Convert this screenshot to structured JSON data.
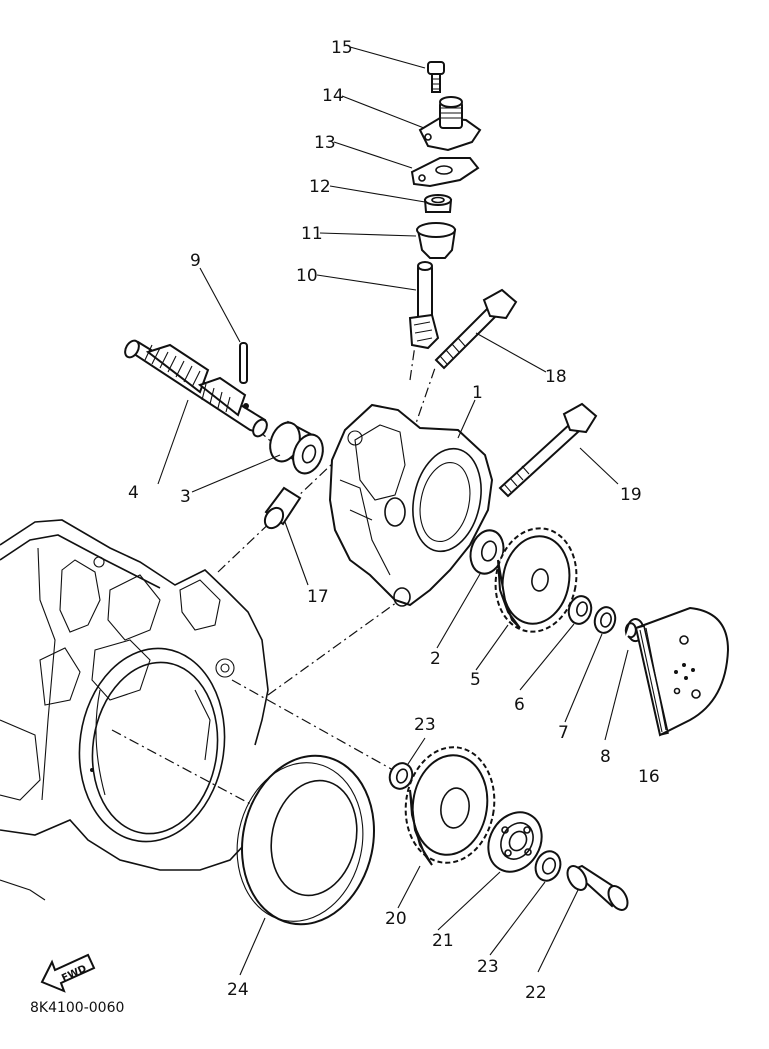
{
  "diagram": {
    "part_labels": {
      "p1": "1",
      "p2": "2",
      "p3": "3",
      "p4": "4",
      "p5": "5",
      "p6": "6",
      "p7": "7",
      "p8": "8",
      "p9": "9",
      "p10": "10",
      "p11": "11",
      "p12": "12",
      "p13": "13",
      "p14": "14",
      "p15": "15",
      "p16": "16",
      "p17": "17",
      "p18": "18",
      "p19": "19",
      "p20": "20",
      "p21": "21",
      "p22": "22",
      "p23a": "23",
      "p23b": "23",
      "p24": "24"
    },
    "fwd_text": "FWD",
    "diagram_code": "8K4100-0060"
  }
}
